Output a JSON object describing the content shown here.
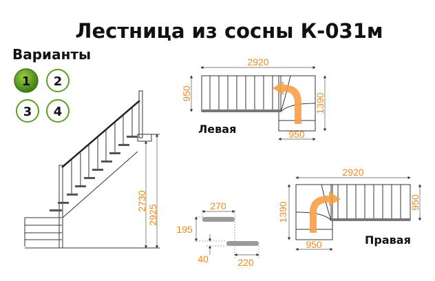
{
  "title": "Лестница из сосны  К-031м",
  "variants": {
    "heading": "Варианты",
    "options": [
      {
        "label": "1",
        "selected": true
      },
      {
        "label": "2",
        "selected": false
      },
      {
        "label": "3",
        "selected": false
      },
      {
        "label": "4",
        "selected": false
      }
    ]
  },
  "side_view": {
    "height_to_floor": "2730",
    "total_height": "2925"
  },
  "left_plan": {
    "label": "Левая",
    "length": "2920",
    "flight_width": "950",
    "depth": "1390",
    "bottom_width": "950"
  },
  "right_plan": {
    "label": "Правая",
    "length": "2920",
    "flight_width": "950",
    "depth": "1390",
    "bottom_width": "950"
  },
  "step_detail": {
    "tread_depth": "270",
    "riser_height": "195",
    "thickness": "40",
    "going": "220"
  },
  "colors": {
    "accent": "#f08a1c",
    "selected": "#4c8a1a",
    "outline": "#5a9e22"
  }
}
